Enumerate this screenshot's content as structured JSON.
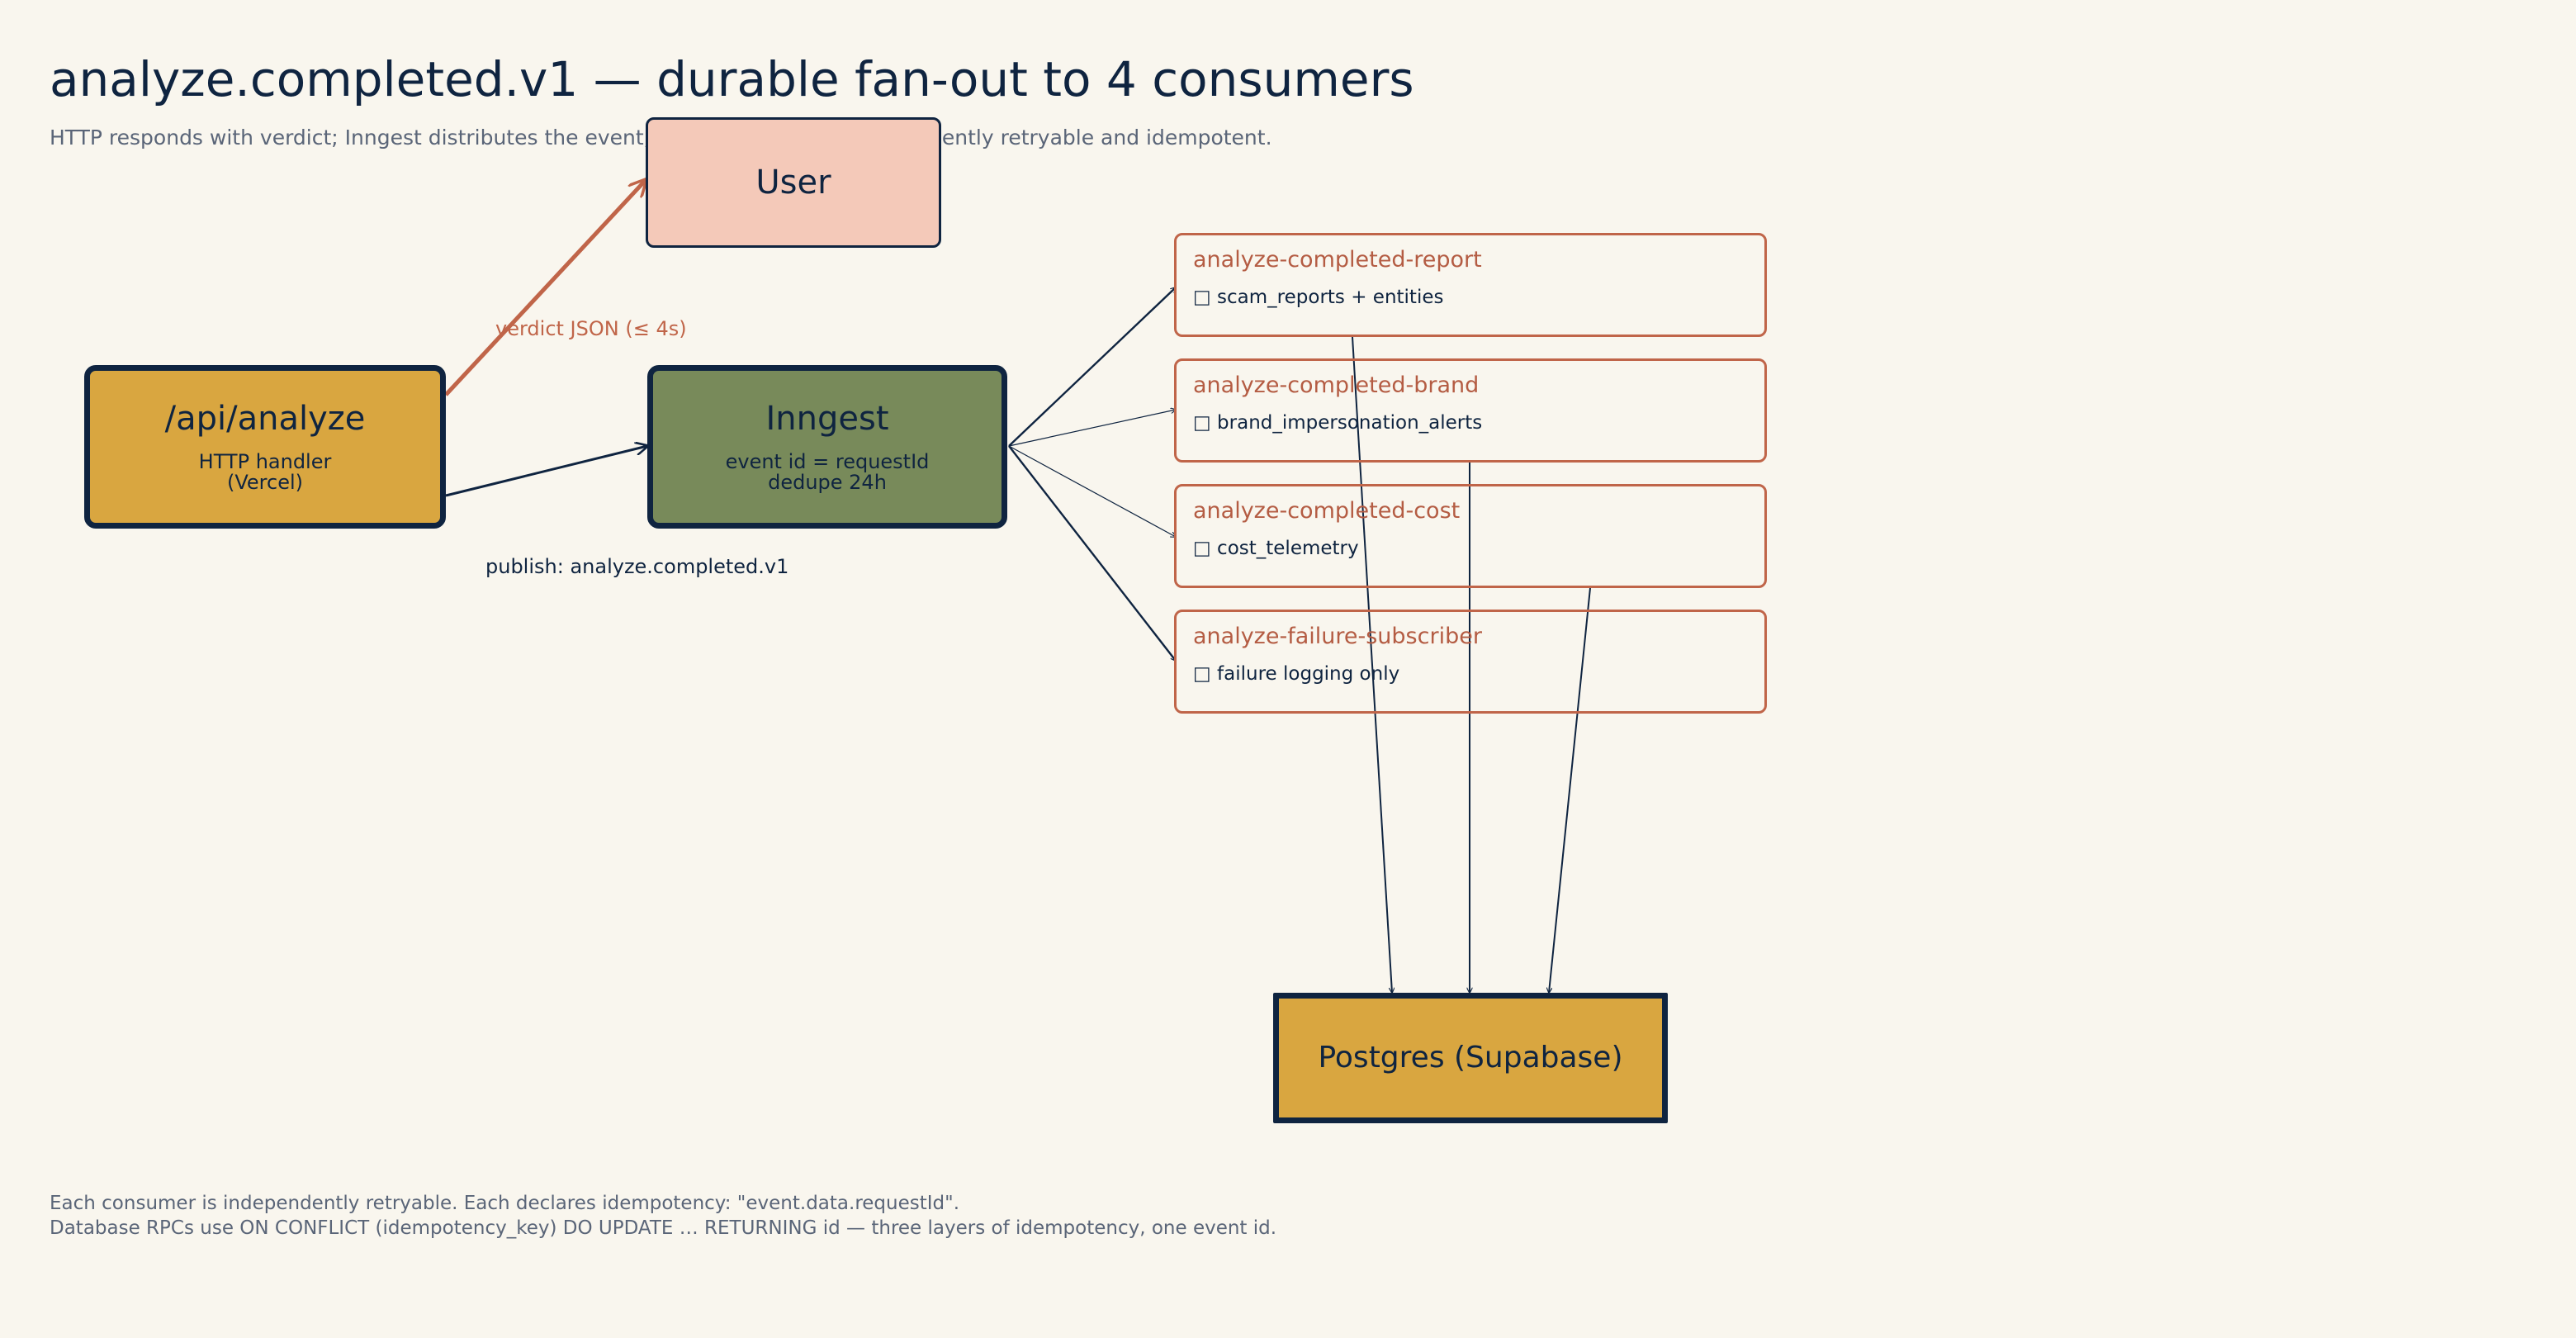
{
  "title": "analyze.completed.v1 — durable fan-out to 4 consumers",
  "subtitle": "HTTP responds with verdict; Inngest distributes the event; each consumer is independently retryable and idempotent.",
  "nodes": {
    "api": {
      "title": "/api/analyze",
      "line1": "HTTP handler",
      "line2": "(Vercel)"
    },
    "inngest": {
      "title": "Inngest",
      "line1": "event id = requestId",
      "line2": "dedupe 24h"
    },
    "user": {
      "title": "User"
    },
    "postgres": {
      "title": "Postgres (Supabase)"
    }
  },
  "edges": {
    "verdict_label": "verdict JSON (≤ 4s)",
    "publish_label": "publish: analyze.completed.v1"
  },
  "consumers": [
    {
      "name": "analyze-completed-report",
      "icon": "□",
      "target": "scam_reports + entities"
    },
    {
      "name": "analyze-completed-brand",
      "icon": "□",
      "target": "brand_impersonation_alerts"
    },
    {
      "name": "analyze-completed-cost",
      "icon": "□",
      "target": "cost_telemetry"
    },
    {
      "name": "analyze-failure-subscriber",
      "icon": "□",
      "target": "failure logging only"
    }
  ],
  "footer": {
    "line1": "Each consumer is independently retryable. Each declares idempotency: \"event.data.requestId\".",
    "line2": "Database RPCs use ON CONFLICT (idempotency_key) DO UPDATE … RETURNING id — three layers of idempotency, one event id."
  },
  "colors": {
    "background": "#f9f6ee",
    "ink": "#0f2440",
    "amber": "#d9a640",
    "olive": "#788a5a",
    "peach": "#f4c9b9",
    "rust": "#c06549"
  }
}
